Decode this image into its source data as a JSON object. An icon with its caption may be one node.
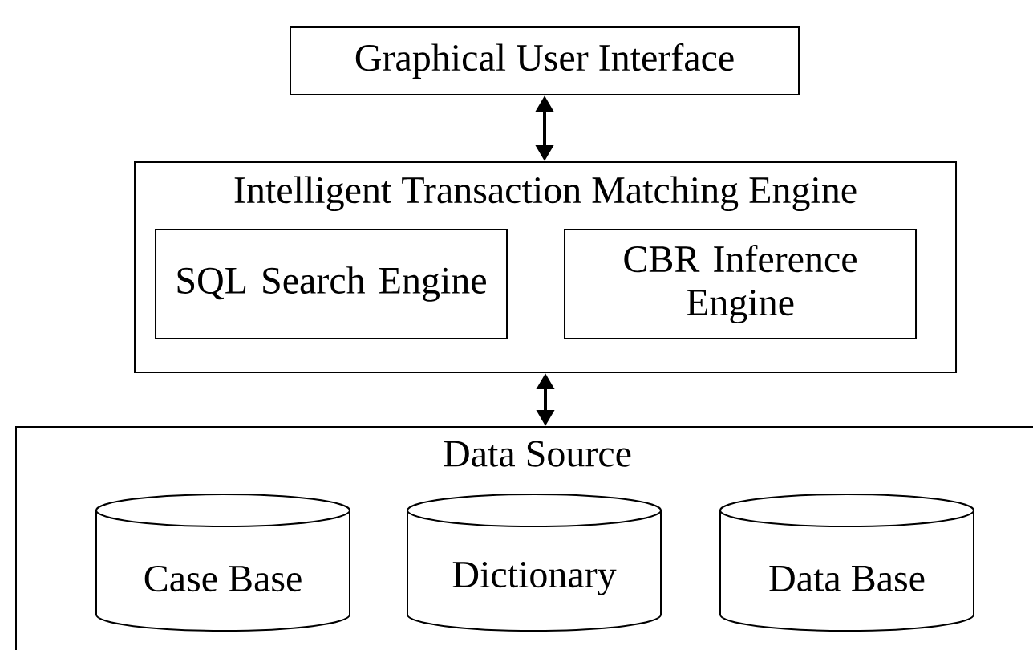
{
  "diagram": {
    "nodes": [
      {
        "text": [
          "Graphical User Interface"
        ]
      },
      {
        "text": [
          "Intelligent Transaction Matching Engine"
        ]
      },
      {
        "text": [
          "SQL Search Engine"
        ],
        "in": 1
      },
      {
        "text": [
          "CBR Inference Engine"
        ],
        "in": 1
      },
      {
        "text": [
          "Data Source"
        ]
      },
      {
        "text": [
          "Case Base"
        ],
        "in": 4
      },
      {
        "text": [
          "Dictionary"
        ],
        "in": 4
      },
      {
        "text": [
          "Data Base"
        ],
        "in": 4
      }
    ],
    "edges": [
      {
        "from": 0,
        "to": 1,
        "arrow": "both"
      },
      {
        "from": 1,
        "to": 4,
        "arrow": "both"
      }
    ]
  }
}
